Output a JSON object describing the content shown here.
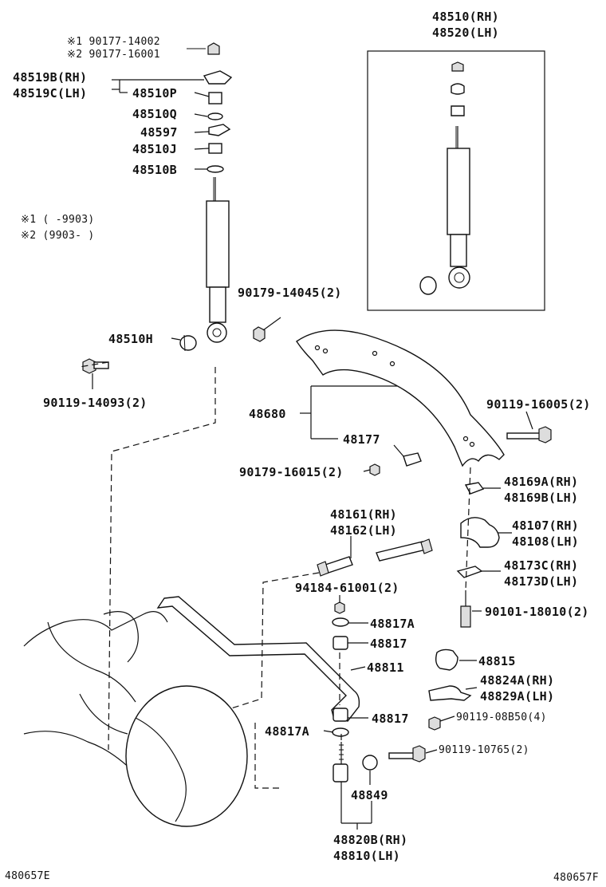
{
  "labels": {
    "ref_left": "480657E",
    "ref_right": "480657F",
    "shock_rh": "48510(RH)",
    "shock_lh": "48520(LH)",
    "note1_code": "※1 90177-14002",
    "note2_code": "※2 90177-16001",
    "retainer_rh": "48519B(RH)",
    "retainer_lh": "48519C(LH)",
    "p48510P": "48510P",
    "p48510Q": "48510Q",
    "p48597": "48597",
    "p48510J": "48510J",
    "p48510B": "48510B",
    "date1": "※1 (     -9903)",
    "date2": "※2 (9903-      )",
    "nut_90179_14045": "90179-14045(2)",
    "p48510H": "48510H",
    "bolt_90119_14093": "90119-14093(2)",
    "p48680": "48680",
    "bolt_90119_16005": "90119-16005(2)",
    "p48177": "48177",
    "nut_90179_16015": "90179-16015(2)",
    "bracket_rh": "48169A(RH)",
    "bracket_lh": "48169B(LH)",
    "link_rh": "48161(RH)",
    "link_lh": "48162(LH)",
    "bumper_rh": "48107(RH)",
    "bumper_lh": "48108(LH)",
    "plate_rh": "48173C(RH)",
    "plate_lh": "48173D(LH)",
    "nut_94184": "94184-61001(2)",
    "bolt_90101": "90101-18010(2)",
    "p48817A": "48817A",
    "p48817": "48817",
    "p48811": "48811",
    "p48815": "48815",
    "stab_bracket_rh": "48824A(RH)",
    "stab_bracket_lh": "48829A(LH)",
    "bolt_90119_08B50": "90119-08B50(4)",
    "p48817_lower": "48817",
    "p48817A_lower": "48817A",
    "bolt_90119_10765": "90119-10765(2)",
    "p48849": "48849",
    "end_rh": "48820B(RH)",
    "end_lh": "48810(LH)"
  }
}
